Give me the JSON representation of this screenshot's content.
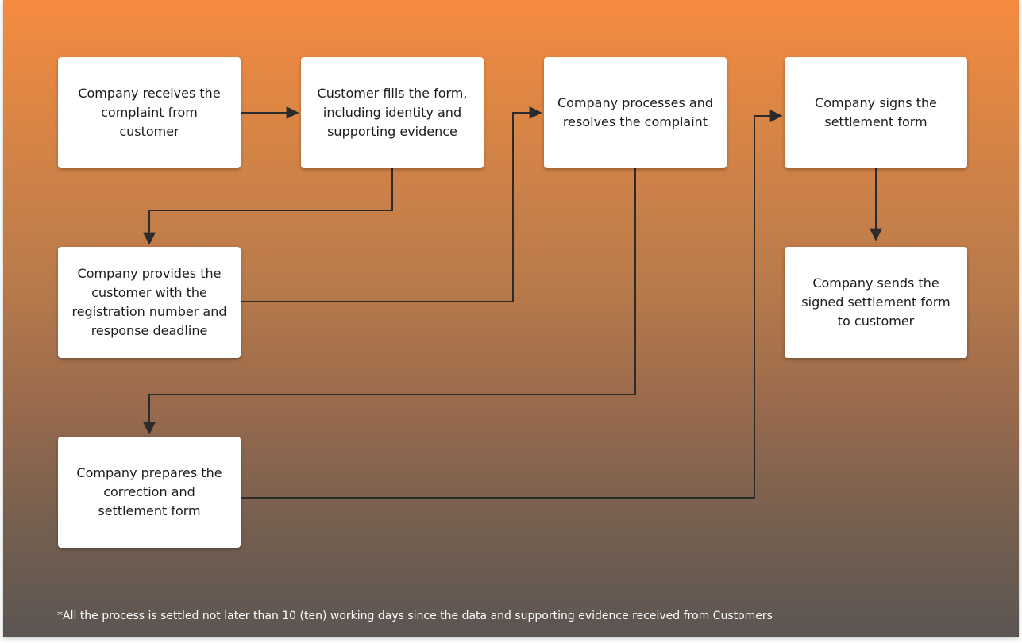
{
  "diagram": {
    "nodes": {
      "receive": "Company receives the complaint from customer",
      "fill_form": "Customer fills the form, including identity and supporting evidence",
      "process": "Company processes and resolves the complaint",
      "sign": "Company signs the settlement form",
      "provide_number": "Company provides the customer with the registration number and response deadline",
      "send_signed": "Company sends the signed settlement form to customer",
      "prepare_form": "Company prepares the correction and settlement form"
    },
    "edges": [
      [
        "receive",
        "fill_form"
      ],
      [
        "fill_form",
        "provide_number"
      ],
      [
        "provide_number",
        "process"
      ],
      [
        "process",
        "prepare_form"
      ],
      [
        "prepare_form",
        "sign"
      ],
      [
        "sign",
        "send_signed"
      ]
    ],
    "colors": {
      "gradient_top": "#f68b40",
      "gradient_bottom": "#5b5552",
      "box": "#ffffff",
      "connector": "#2b2b2b"
    }
  },
  "footnote": "*All the process is settled not later than 10 (ten) working days since the data and supporting evidence received from Customers"
}
